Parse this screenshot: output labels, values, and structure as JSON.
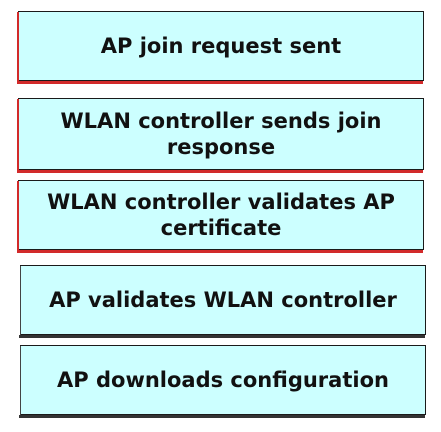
{
  "steps": [
    {
      "label": "AP join request sent"
    },
    {
      "label": "WLAN controller sends join response"
    },
    {
      "label": "WLAN controller validates AP certificate"
    },
    {
      "label": "AP validates WLAN controller"
    },
    {
      "label": "AP downloads configuration"
    }
  ],
  "colors": {
    "box_fill": "#ccffff",
    "box_border": "#1a1a1a",
    "accent": "#d22a2a"
  }
}
